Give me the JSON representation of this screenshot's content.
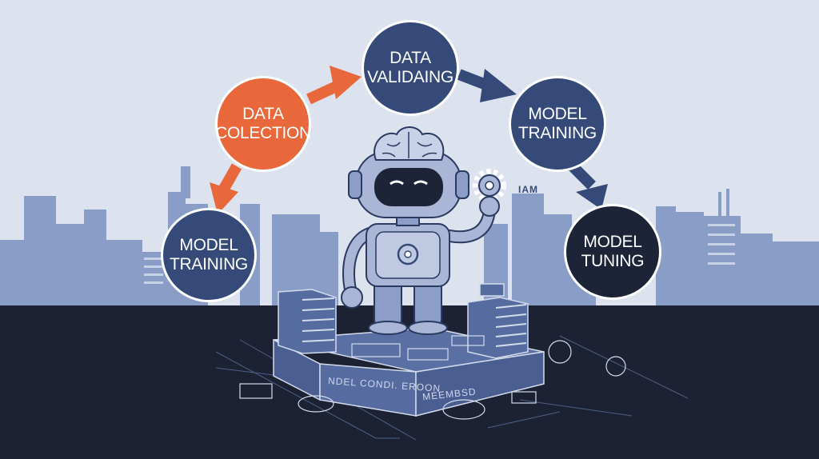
{
  "colors": {
    "sky": "#dde3ee",
    "city": "#8a9dc7",
    "ground": "#1c2233",
    "node_navy": "#354a78",
    "node_orange": "#e8673b",
    "node_dark": "#1d2437",
    "arrow_orange": "#e8673b",
    "arrow_navy": "#354a78"
  },
  "nodes": {
    "data_collection": {
      "line1": "DATA",
      "line2": "COLECTION"
    },
    "data_validating": {
      "line1": "DATA",
      "line2": "VALIDAING"
    },
    "model_training_right": {
      "line1": "MODEL",
      "line2": "TRAINING"
    },
    "model_training_left": {
      "line1": "MODEL",
      "line2": "TRAINING"
    },
    "model_tuning": {
      "line1": "MODEL",
      "line2": "TUNING"
    }
  },
  "labels": {
    "iam": "IAM",
    "platform_front": "NDEL CONDI. EROON",
    "platform_right": "MEEMBSD"
  },
  "icons": [
    "robot-icon",
    "brain-icon",
    "gear-icon",
    "server-rack-icon"
  ]
}
